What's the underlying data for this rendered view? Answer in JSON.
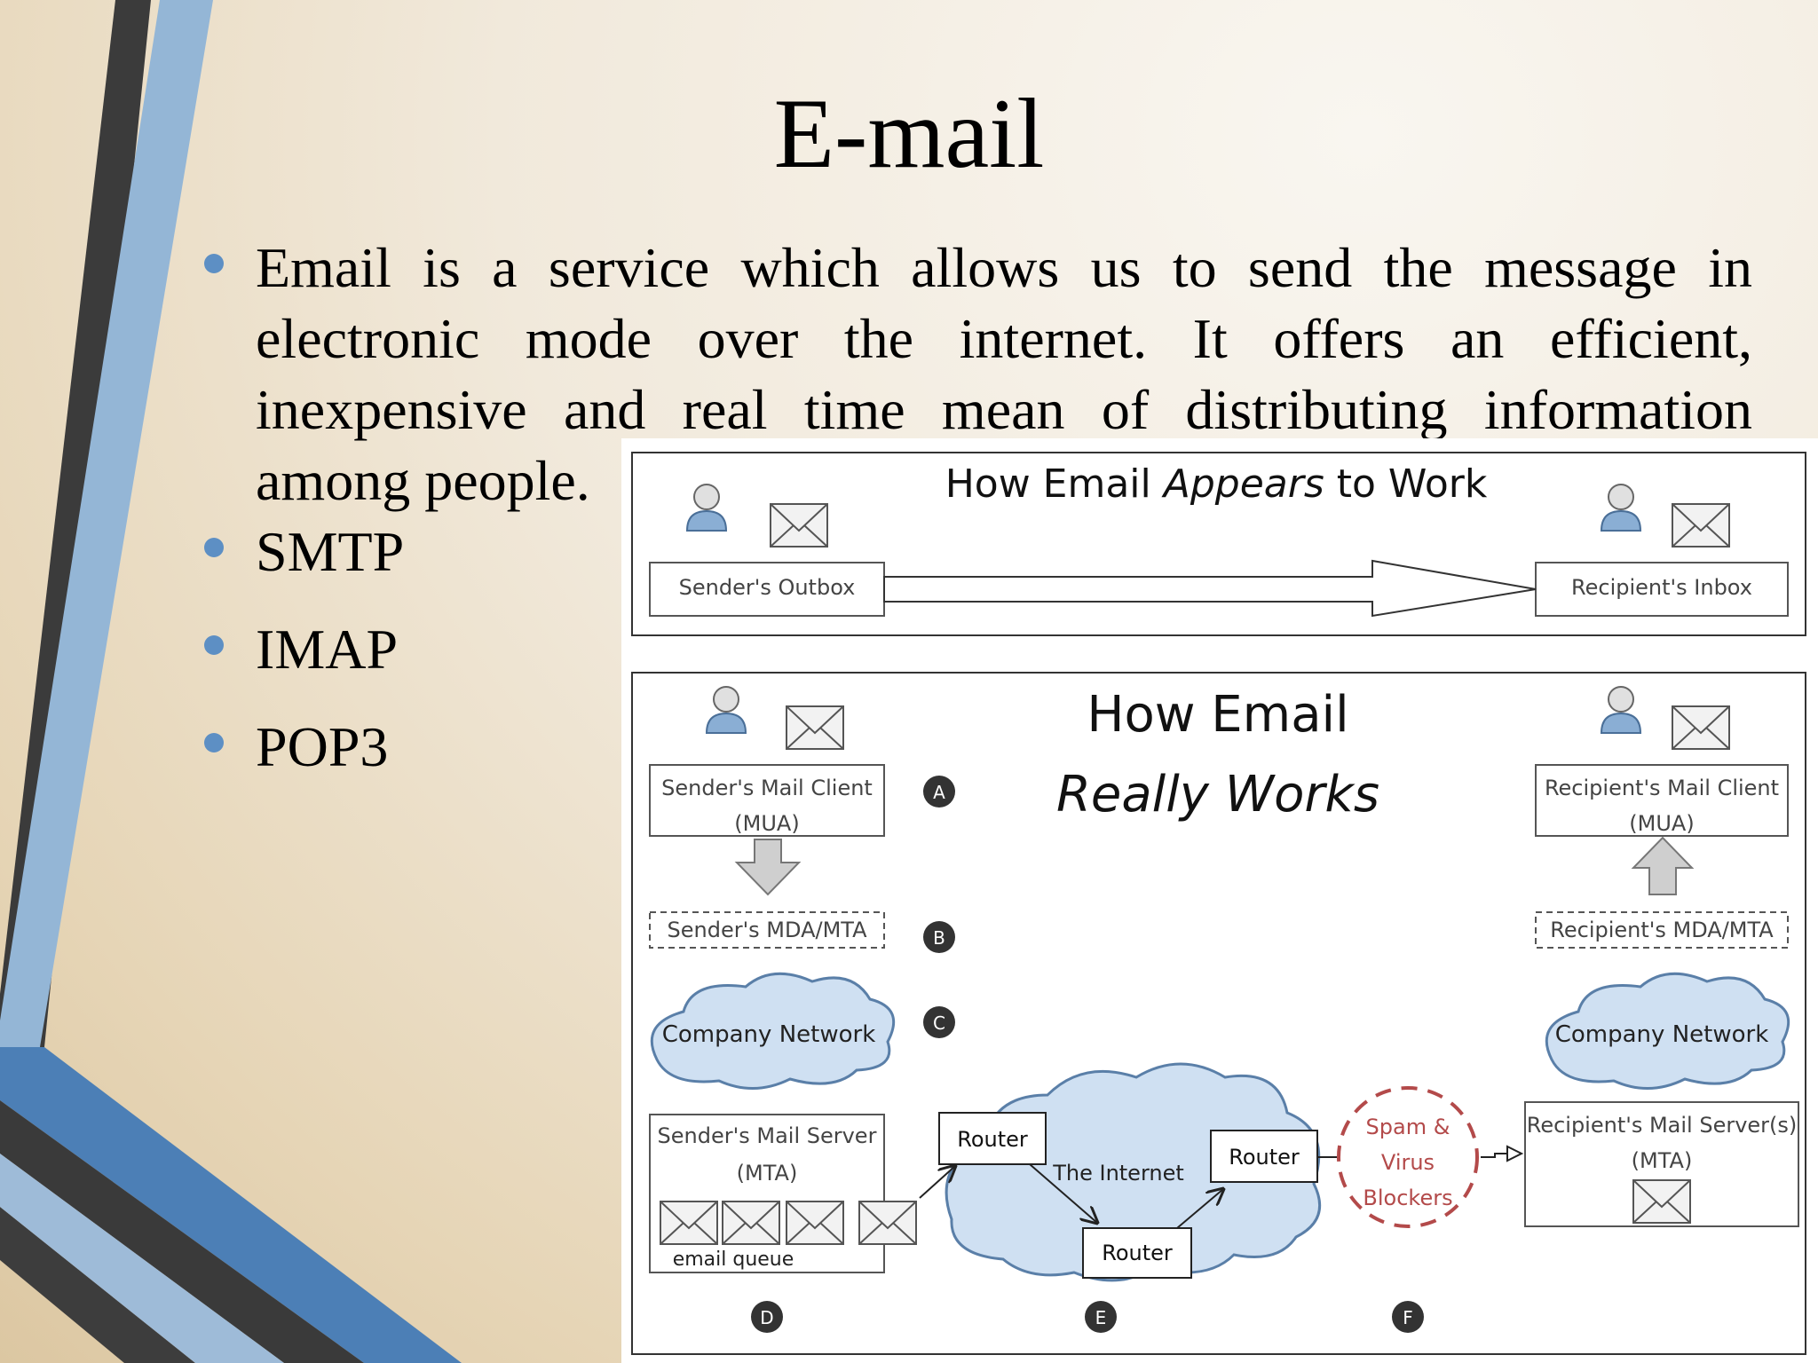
{
  "slide": {
    "title": "E-mail",
    "bullets": [
      "Email is a service which allows us to send the message in electronic mode over the internet. It offers an efficient, inexpensive and real time mean of distributing information among people.",
      "SMTP",
      "IMAP",
      "POP3"
    ]
  },
  "figure": {
    "top_panel": {
      "title_part1": "How Email ",
      "title_italic": "Appears",
      "title_part2": " to Work",
      "sender_box": "Sender's Outbox",
      "recipient_box": "Recipient's Inbox"
    },
    "bottom_panel": {
      "title_line1": "How Email",
      "title_line2": "Really Works",
      "sender_client_l1": "Sender's Mail Client",
      "sender_client_l2": "(MUA)",
      "recipient_client_l1": "Recipient's Mail Client",
      "recipient_client_l2": "(MUA)",
      "sender_mda": "Sender's MDA/MTA",
      "recipient_mda": "Recipient's MDA/MTA",
      "company_network_left": "Company Network",
      "company_network_right": "Company Network",
      "sender_server_l1": "Sender's Mail Server",
      "sender_server_l2": "(MTA)",
      "email_queue": "email queue",
      "internet": "The Internet",
      "router1": "Router",
      "router2": "Router",
      "router3": "Router",
      "spam_l1": "Spam &",
      "spam_l2": "Virus",
      "spam_l3": "Blockers",
      "recipient_server_l1": "Recipient's Mail Server(s)",
      "recipient_server_l2": "(MTA)",
      "markers": [
        "A",
        "B",
        "C",
        "D",
        "E",
        "F"
      ]
    }
  },
  "colors": {
    "accent_blue": "#5d8fc4",
    "dark_stripe": "#3a3a3a",
    "light_stripe": "#94b6d6",
    "spam_red": "#b34a4a",
    "cloud_fill": "#cfe0f2"
  }
}
